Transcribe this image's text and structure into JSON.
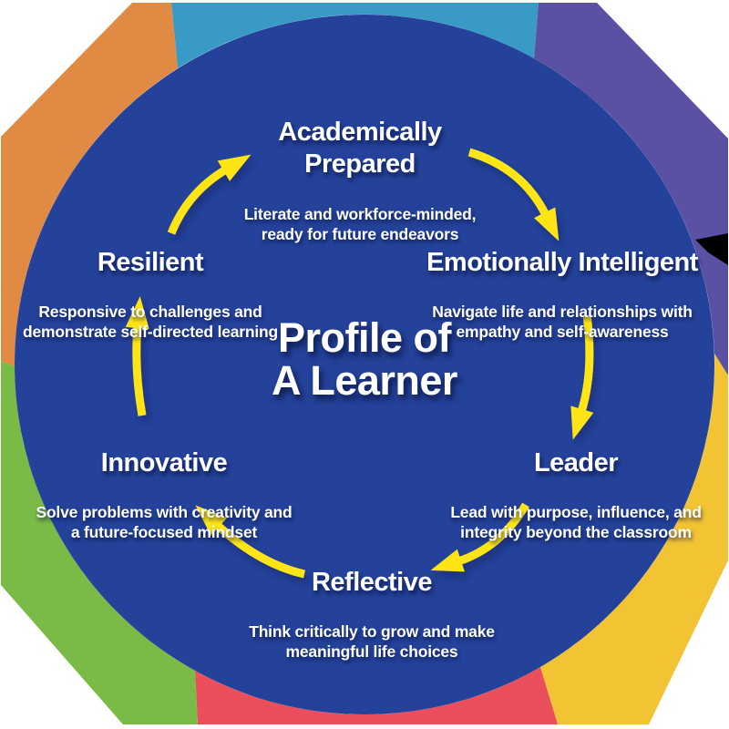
{
  "center": {
    "title": "Profile of\nA Learner"
  },
  "sections": [
    {
      "name": "academically-prepared",
      "title": "Academically\nPrepared",
      "description": "Literate and workforce-minded,\nready for future endeavors",
      "segment_color": "#3A9AC6"
    },
    {
      "name": "emotionally-intelligent",
      "title": "Emotionally Intelligent",
      "description": "Navigate life and relationships with\nempathy and self-awareness",
      "segment_color": "#5A50A4"
    },
    {
      "name": "leader",
      "title": "Leader",
      "description": "Lead with purpose, influence, and\nintegrity beyond the classroom",
      "segment_color": "#F2C433"
    },
    {
      "name": "reflective",
      "title": "Reflective",
      "description": "Think critically to grow and make\nmeaningful life choices",
      "segment_color": "#EA4F5B"
    },
    {
      "name": "innovative",
      "title": "Innovative",
      "description": "Solve problems with creativity and\na future-focused mindset",
      "segment_color": "#7ABA46"
    },
    {
      "name": "resilient",
      "title": "Resilient",
      "description": "Responsive to challenges and\ndemonstrate self-directed learning",
      "segment_color": "#E18A43"
    }
  ],
  "ring": {
    "inner_circle_color": "#24429A"
  },
  "arrows": {
    "color": "#FFE512"
  },
  "artifact_color": "#000000"
}
